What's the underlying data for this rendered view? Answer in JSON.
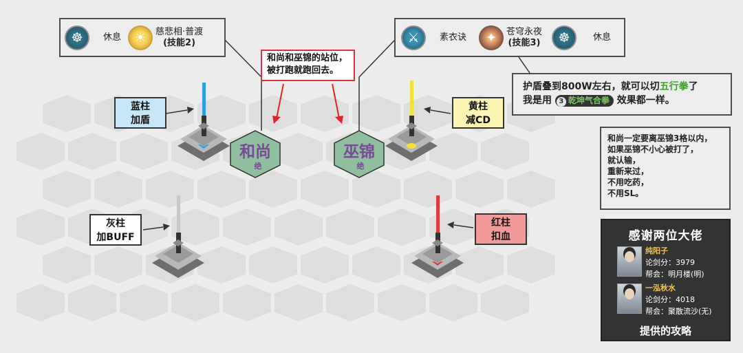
{
  "left_skills": {
    "rest_label": "休息",
    "skill_name": "慈悲相·普渡",
    "skill_tag": "(技能2)",
    "icons": [
      "meditate-icon",
      "buddha-icon"
    ]
  },
  "right_skills": {
    "skill1_name": "素衣诀",
    "skill2_name": "苍穹永夜",
    "skill2_tag": "(技能3)",
    "rest_label": "休息",
    "icons": [
      "sword-stance-icon",
      "night-sky-icon",
      "meditate-icon"
    ]
  },
  "position_note": {
    "line1": "和尚和巫锦的站位，",
    "line2": "被打跑就跑回去。"
  },
  "shield_note": {
    "line1_a": "护盾叠到800W左右，就可以切",
    "line1_highlight": "五行拳",
    "line1_b": "了",
    "line2_a": "我是用",
    "chip_num": "3",
    "chip_label": "乾坤气合拳",
    "line2_b": "效果都一样。"
  },
  "rule_note": {
    "lines": [
      "和尚一定要离巫锦3格以内，",
      "如果巫锦不小心被打了，",
      "就认输，",
      "重新来过，",
      "不用吃药，",
      "不用SL。"
    ]
  },
  "pillars": {
    "blue": {
      "line1": "蓝柱",
      "line2": "加盾",
      "color": "#c7e6f7",
      "beam": "#2f9de3"
    },
    "yellow": {
      "line1": "黄柱",
      "line2": "减CD",
      "color": "#fbf4b2",
      "beam": "#f2e23a"
    },
    "gray": {
      "line1": "灰柱",
      "line2": "加BUFF",
      "color": "#ffffff",
      "beam": "#c8c8c8"
    },
    "red": {
      "line1": "红柱",
      "line2": "扣血",
      "color": "#f29a9a",
      "beam": "#e23b3b"
    }
  },
  "units": {
    "monk": {
      "name": "和尚",
      "tag": "绝"
    },
    "wujin": {
      "name": "巫锦",
      "tag": "绝"
    },
    "unit_fill": "#8fbf9f",
    "unit_text": "#7a4a9a"
  },
  "thanks": {
    "title": "感谢两位大佬",
    "footer": "提供的攻略",
    "players": [
      {
        "name": "纯阳子",
        "score": "论剑分：3979",
        "guild": "帮会：明月楼(明)"
      },
      {
        "name": "一泓秋水",
        "score": "论剑分：4018",
        "guild": "帮会：聚散流沙(无)"
      }
    ]
  },
  "colors": {
    "hex_fill": "#dedede",
    "background": "#ececec",
    "arrow_red": "#e0232b"
  }
}
